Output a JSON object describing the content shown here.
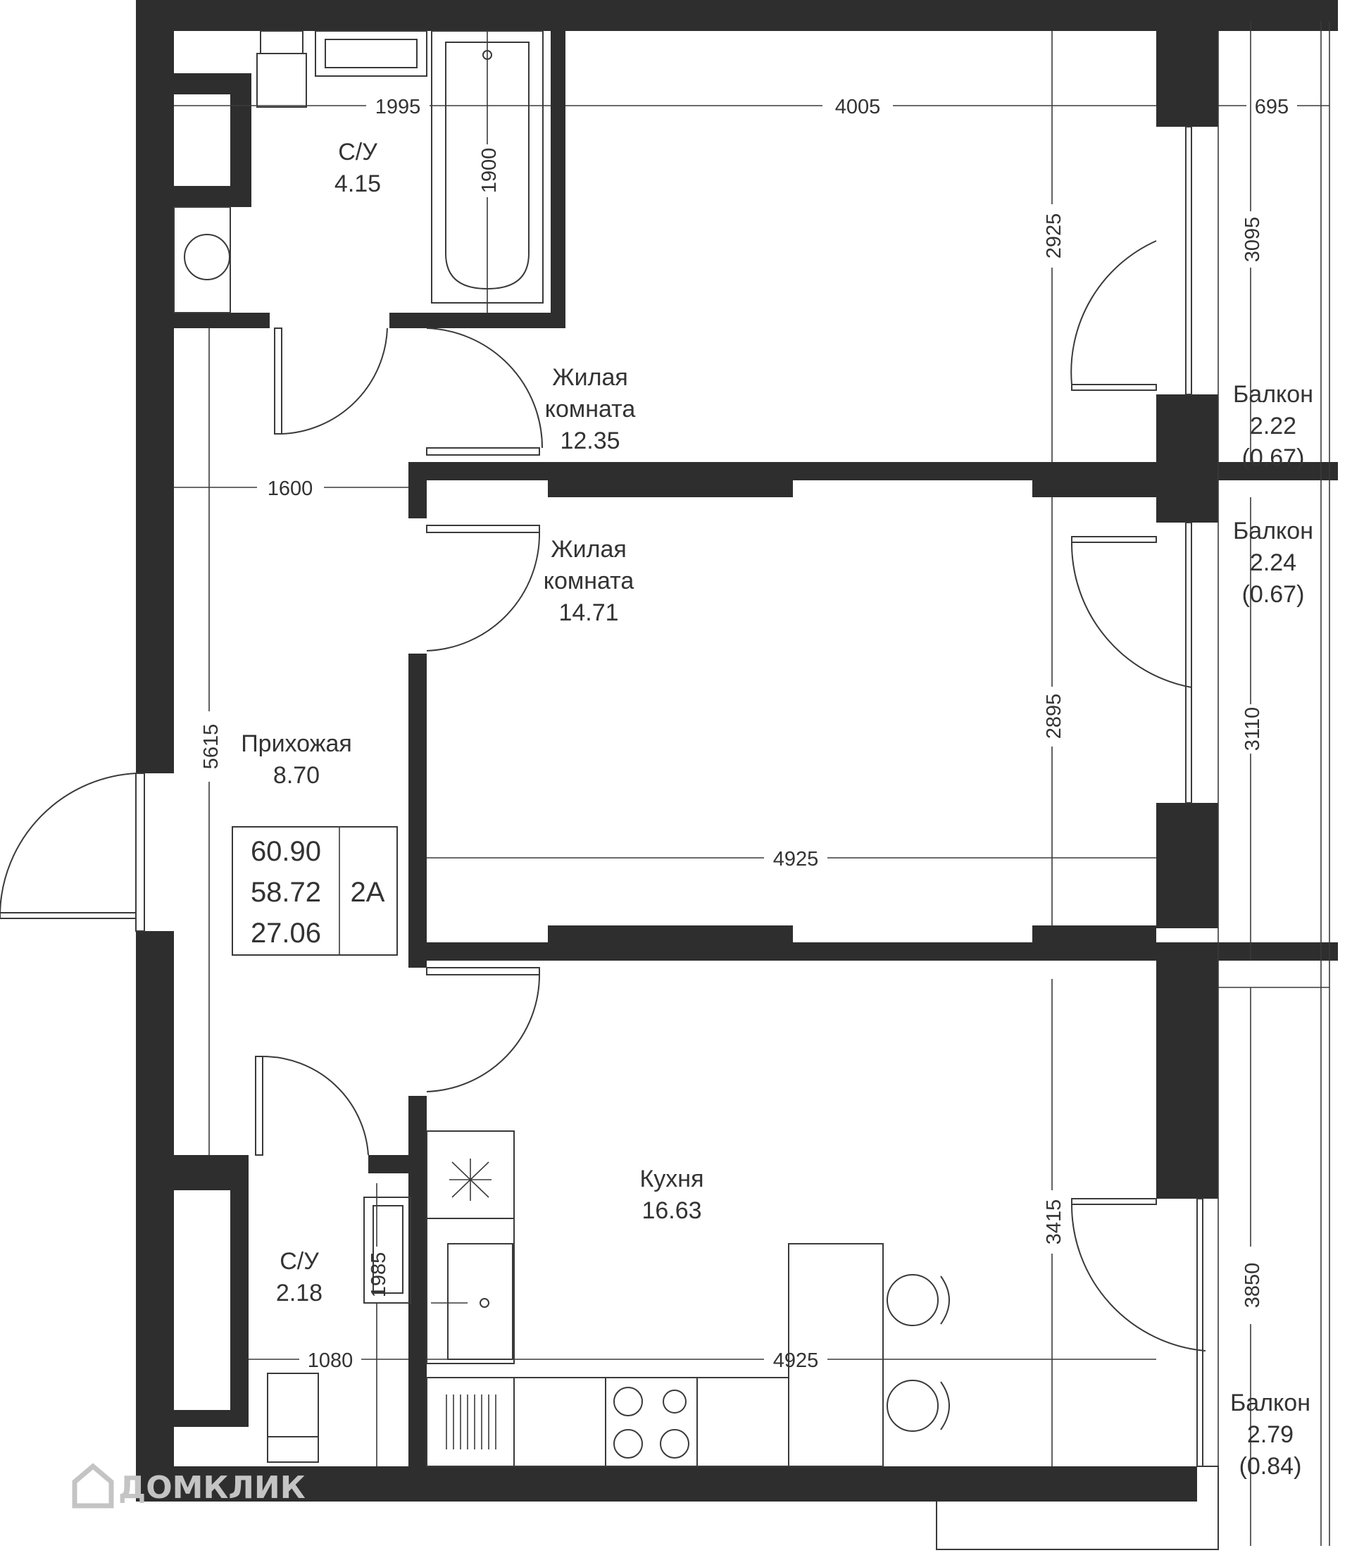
{
  "rooms": {
    "bathroom1": {
      "name": "С/У",
      "area": "4.15"
    },
    "living1": {
      "name_line1": "Жилая",
      "name_line2": "комната",
      "area": "12.35"
    },
    "living2": {
      "name_line1": "Жилая",
      "name_line2": "комната",
      "area": "14.71"
    },
    "hall": {
      "name": "Прихожая",
      "area": "8.70"
    },
    "bathroom2": {
      "name": "С/У",
      "area": "2.18"
    },
    "kitchen": {
      "name": "Кухня",
      "area": "16.63"
    },
    "balcony1": {
      "name": "Балкон",
      "area": "2.22",
      "reduced": "(0.67)"
    },
    "balcony2": {
      "name": "Балкон",
      "area": "2.24",
      "reduced": "(0.67)"
    },
    "balcony3": {
      "name": "Балкон",
      "area": "2.79",
      "reduced": "(0.84)"
    }
  },
  "summary": {
    "total": "60.90",
    "living_total": "58.72",
    "living": "27.06",
    "type": "2А"
  },
  "dimensions": {
    "d1995": "1995",
    "d4005": "4005",
    "d695": "695",
    "d1900": "1900",
    "d2925": "2925",
    "d3095": "3095",
    "d1600": "1600",
    "d5615": "5615",
    "d2895": "2895",
    "d3110": "3110",
    "d4925a": "4925",
    "d3415": "3415",
    "d1985": "1985",
    "d3850": "3850",
    "d1080": "1080",
    "d4925b": "4925"
  },
  "watermark": "ДОМКЛИК"
}
